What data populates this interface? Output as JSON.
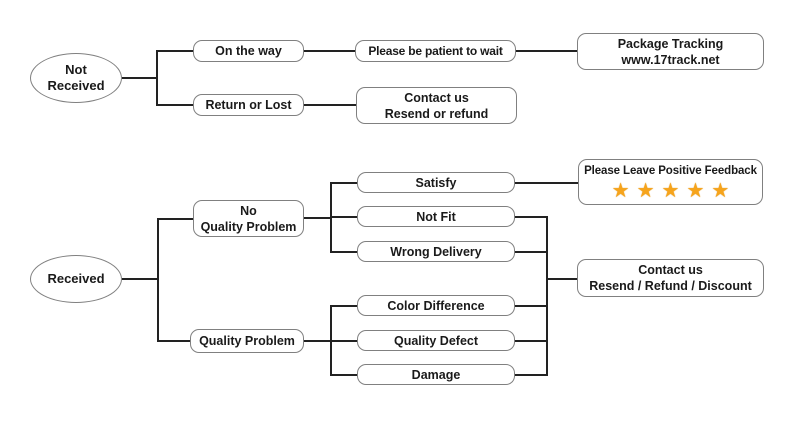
{
  "colors": {
    "background": "#ffffff",
    "text": "#1a1a1a",
    "line": "#222222",
    "node-border": "#808080",
    "star": "#F6A41C"
  },
  "top": {
    "root": {
      "line1": "Not",
      "line2": "Received"
    },
    "on_the_way": "On the way",
    "return_or_lost": "Return or Lost",
    "be_patient": "Please be patient to wait",
    "package_tracking": {
      "line1": "Package Tracking",
      "line2": "www.17track.net"
    },
    "contact": {
      "line1": "Contact us",
      "line2": "Resend or refund"
    }
  },
  "bottom": {
    "root": "Received",
    "no_quality_problem": {
      "line1": "No",
      "line2": "Quality Problem"
    },
    "quality_problem": "Quality Problem",
    "satisfy": "Satisfy",
    "not_fit": "Not Fit",
    "wrong_delivery": "Wrong Delivery",
    "color_difference": "Color Difference",
    "quality_defect": "Quality Defect",
    "damage": "Damage",
    "feedback": {
      "label": "Please Leave Positive Feedback",
      "stars": "★★★★★",
      "star_count": 5
    },
    "contact": {
      "line1": "Contact us",
      "line2": "Resend / Refund / Discount"
    }
  }
}
